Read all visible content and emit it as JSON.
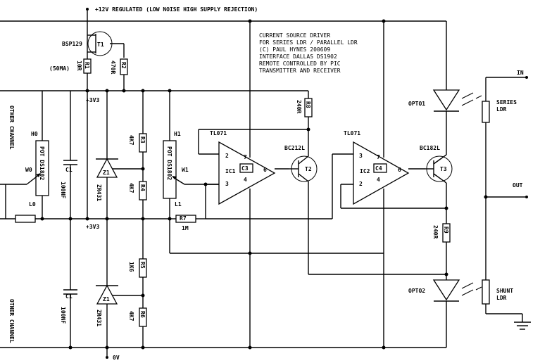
{
  "title": "+12V REGULATED (LOW NOISE HIGH SUPPLY REJECTION)",
  "note": [
    "CURRENT SOURCE DRIVER",
    "FOR SERIES LDR / PARALLEL LDR",
    "(C) PAUL HYNES 200609",
    "INTERFACE DALLAS DS1902",
    "REMOTE CONTROLLED BY PIC",
    "TRANSMITTER AND RECEIVER"
  ],
  "labels": {
    "bsp": "BSP129",
    "t1": "T1",
    "r1": "R1",
    "r1_val": "10R",
    "r2": "R2",
    "r2_val": "470R",
    "current": "(50MA)",
    "v33_top": "+3V3",
    "v33_mid": "+3V3",
    "zero": "0V",
    "other_channel_top": "OTHER CHANNEL",
    "other_channel_bot": "OTHER CHANNEL",
    "h0": "H0",
    "w0": "W0",
    "l0": "L0",
    "pot0": "POT DS1802",
    "pot1": "POT DS1802",
    "h1": "H1",
    "w1": "W1",
    "l1": "L1",
    "c1a": "C1",
    "c1a_val": "100NF",
    "c1b": "C1",
    "c1b_val": "100NF",
    "z1a": "Z1",
    "z1a_val": "ZR431",
    "z1b": "Z1",
    "z1b_val": "ZR431",
    "r3": "R3",
    "r3_val": "4K7",
    "r4": "R4",
    "r4_val": "4K7",
    "r5": "R5",
    "r5_val": "1K6",
    "r6": "R6",
    "r6_val": "4K7",
    "r7": "R7",
    "r7_val": "1M",
    "r8": "R8",
    "r8_val": "240R",
    "r9": "R9",
    "r9_val": "240R",
    "tl071a": "TL071",
    "tl071b": "TL071",
    "ic1": "IC1",
    "ic2": "IC2",
    "c3": "C3",
    "c4": "C4",
    "bc212": "BC212L",
    "bc182": "BC182L",
    "t2": "T2",
    "t3": "T3",
    "opto1": "OPTO1",
    "opto2": "OPTO2",
    "series_ldr_1": "SERIES",
    "series_ldr_2": "LDR",
    "shunt_ldr_1": "SHUNT",
    "shunt_ldr_2": "LDR",
    "in": "IN",
    "out": "OUT",
    "p2a": "2",
    "p3a": "3",
    "p7a": "7",
    "p4a": "4",
    "p6a": "6",
    "p2b": "2",
    "p3b": "3",
    "p7b": "7",
    "p4b": "4",
    "p6b": "6"
  }
}
